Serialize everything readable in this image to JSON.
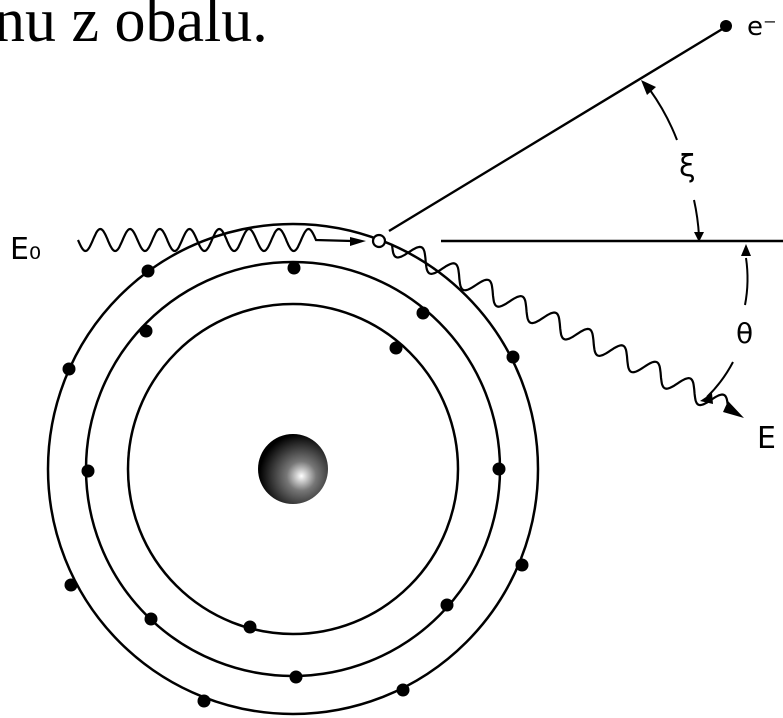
{
  "slide": {
    "title_fragment": "nu z obalu."
  },
  "diagram": {
    "labels": {
      "incident_photon": "E₀",
      "scattered_electron": "e⁻",
      "scattered_photon": "E",
      "electron_angle": "ξ",
      "photon_angle": "θ"
    },
    "shells": [
      {
        "shell": 1,
        "electrons": 2
      },
      {
        "shell": 2,
        "electrons": 8
      },
      {
        "shell": 3,
        "electrons": 8
      }
    ]
  }
}
